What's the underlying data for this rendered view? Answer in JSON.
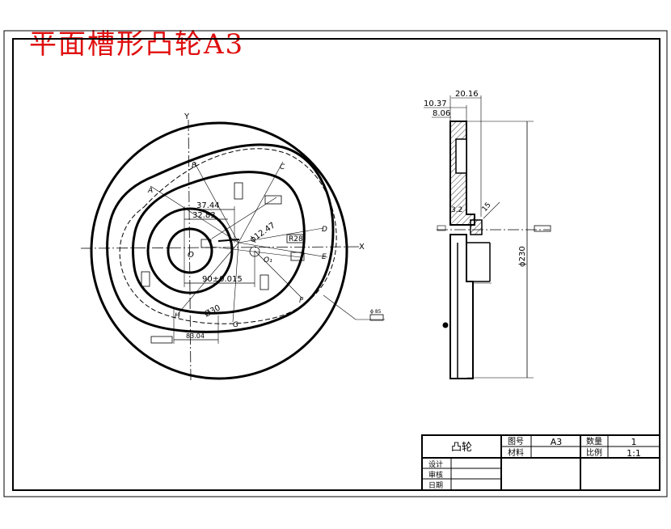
{
  "title": "平面槽形凸轮A3",
  "colors": {
    "title": "#e01010",
    "line": "#000000",
    "background": "#ffffff"
  },
  "plan": {
    "axis_x": "X",
    "axis_y": "Y",
    "points": {
      "O": "O",
      "O1": "O₁",
      "A": "A",
      "B": "B",
      "C": "C",
      "D": "D",
      "E": "E",
      "F": "F",
      "G": "G",
      "H": "H"
    },
    "dims": {
      "d1": "37.44",
      "d2": "32.83",
      "d3": "90±0.015",
      "d4": "83.04",
      "dia_small": "ϕ12.47",
      "dia_hole": "Ø30",
      "r1": "R28"
    },
    "callout": "ϕ 85"
  },
  "section": {
    "top_dims": {
      "a": "10.37",
      "b": "20.16",
      "c": "8.06"
    },
    "dia_total": "ϕ230",
    "small": {
      "a": "3.2",
      "b": "15"
    }
  },
  "title_block": {
    "part_name": "凸轮",
    "drawing_no_label": "图号",
    "drawing_no_value": "A3",
    "qty_label": "数量",
    "qty_value": "1",
    "material_label": "材料",
    "scale_label": "比例",
    "scale_value": "1:1",
    "design_label": "设计",
    "review_label": "审核",
    "date_label": "日期"
  }
}
